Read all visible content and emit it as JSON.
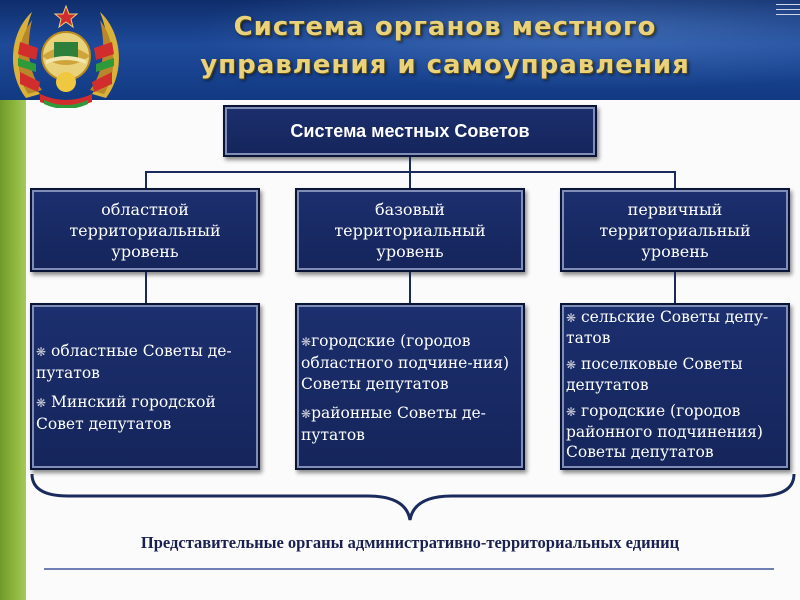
{
  "header": {
    "title_line1": "Система органов местного",
    "title_line2": "управления и самоуправления",
    "accent_color": "#e9d27a",
    "background_color": "#1e4a9a"
  },
  "emblem": {
    "icon": "state-emblem-icon"
  },
  "diagram": {
    "root": "Система местных Советов",
    "levels": [
      {
        "line1": "областной",
        "line2": "территориальный",
        "line3": "уровень"
      },
      {
        "line1": "базовый",
        "line2": "территориальный",
        "line3": "уровень"
      },
      {
        "line1": "первичный",
        "line2": "территориальный",
        "line3": "уровень"
      }
    ],
    "bullet_symbol": "❋",
    "details": [
      {
        "items": [
          "областные Советы де-путатов",
          "Минский городской Совет депутатов"
        ]
      },
      {
        "items": [
          "городские (городов областного подчине-ния) Советы депутатов",
          "районные Советы де-путатов"
        ]
      },
      {
        "items": [
          "сельские Советы депу-татов",
          "поселковые Советы депутатов",
          "городские (городов районного подчинения) Советы депутатов"
        ]
      }
    ],
    "footer": "Представительные органы административно-территориальных единиц",
    "box_color": "#1c2f6e"
  }
}
